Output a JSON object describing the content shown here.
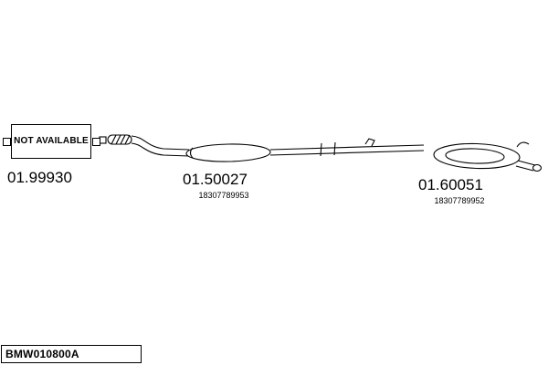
{
  "page": {
    "background": "#ffffff",
    "line_color": "#000000"
  },
  "diagram": {
    "not_available": {
      "label": "NOT AVAILABLE",
      "part_code": "01.99930"
    },
    "center_muffler": {
      "part_code": "01.50027",
      "oem_number": "18307789953"
    },
    "rear_muffler": {
      "part_code": "01.60051",
      "oem_number": "18307789952"
    },
    "footer": {
      "drawing_code": "BMW010800A"
    }
  }
}
